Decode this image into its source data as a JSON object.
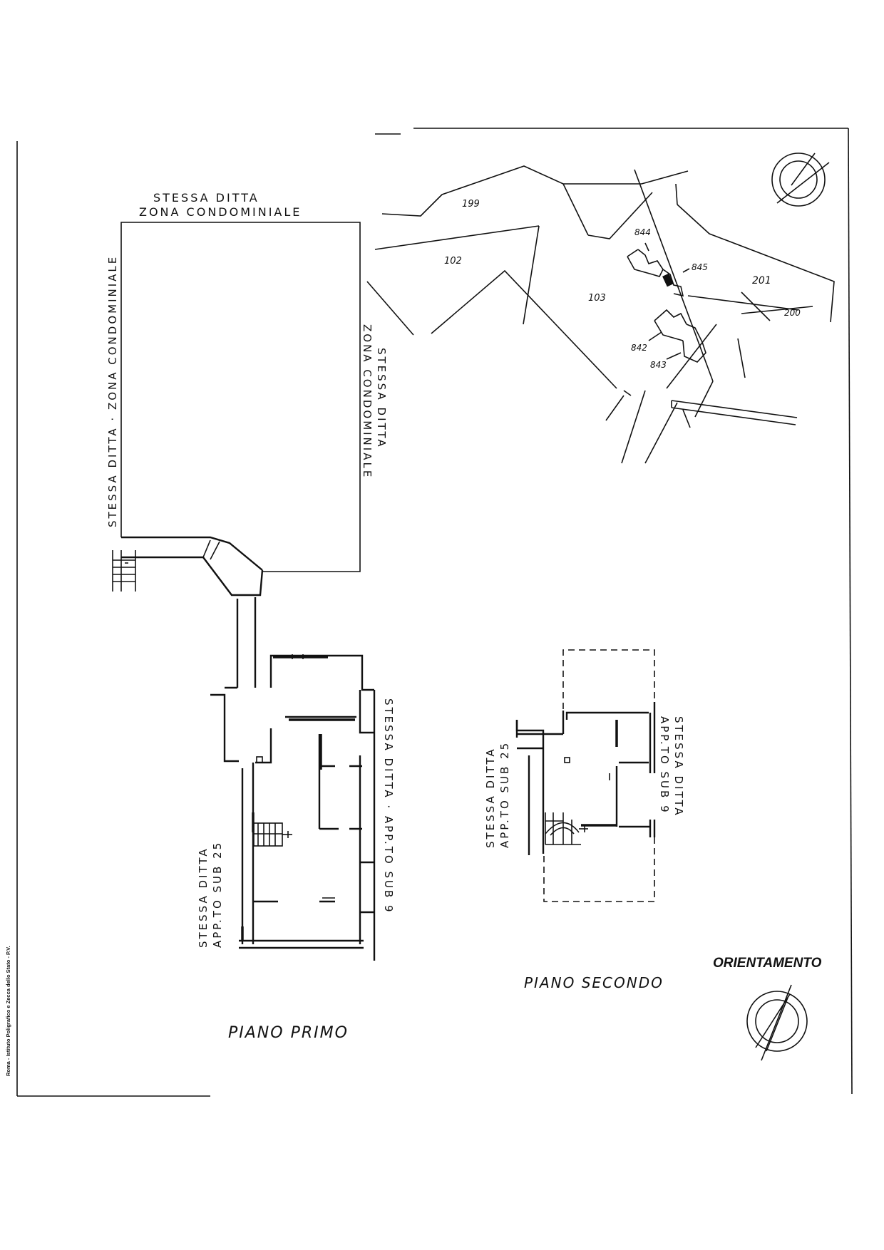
{
  "labels": {
    "top_owner": "STESSA DITTA",
    "top_zone": "ZONA CONDOMINIALE",
    "left_vertical": "STESSA DITTA · ZONA CONDOMINIALE",
    "right_vertical_1": "STESSA DITTA",
    "right_vertical_2": "ZONA CONDOMINIALE",
    "p1_left_1": "STESSA DITTA",
    "p1_left_2": "APP.TO SUB 25",
    "p1_right": "STESSA DITTA · APP.TO SUB 9",
    "p2_left_1": "STESSA DITTA",
    "p2_left_2": "APP.TO SUB 25",
    "p2_right_1": "STESSA DITTA",
    "p2_right_2": "APP.TO SUB 9",
    "piano_primo": "PIANO PRIMO",
    "piano_secondo": "PIANO SECONDO",
    "orientamento": "ORIENTAMENTO",
    "imprint": "Roma - Istituto Poligrafico e Zecca dello Stato - P.V."
  },
  "parcels": {
    "p199": "199",
    "p102": "102",
    "p103": "103",
    "p201": "201",
    "p200": "200",
    "p844": "844",
    "p845": "845",
    "p842": "842",
    "p843": "843"
  },
  "colors": {
    "ink": "#111111",
    "paper": "#ffffff"
  },
  "icons": {
    "north_arrow": "compass-icon"
  }
}
